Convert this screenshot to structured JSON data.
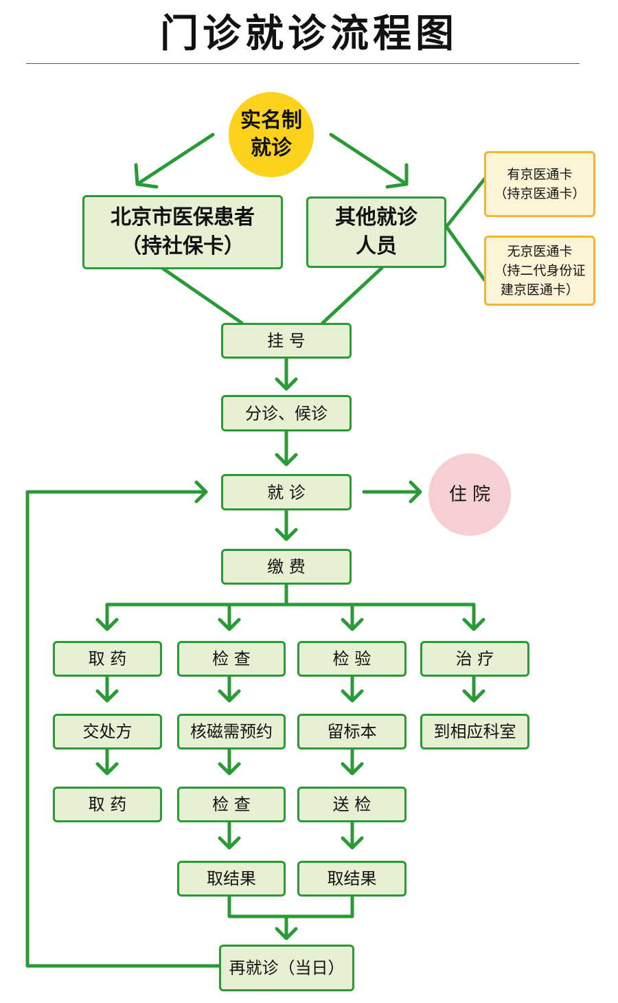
{
  "title": "门诊就诊流程图",
  "start": "实名制\n就诊",
  "patients": {
    "insured": "北京市医保患者\n（持社保卡）",
    "other": "其他就诊\n人员"
  },
  "cards": {
    "has_card": "有京医通卡\n（持京医通卡）",
    "no_card": "无京医通卡\n（持二代身份证\n建京医通卡）"
  },
  "steps": {
    "register": "挂  号",
    "triage": "分诊、候诊",
    "consult": "就  诊",
    "hospitalize": "住  院",
    "pay": "缴  费",
    "revisit": "再就诊（当日）"
  },
  "branches": {
    "medicine": [
      "取  药",
      "交处方",
      "取  药"
    ],
    "exam": [
      "检  查",
      "核磁需预约",
      "检  查",
      "取结果"
    ],
    "lab": [
      "检  验",
      "留标本",
      "送  检",
      "取结果"
    ],
    "treatment": [
      "治  疗",
      "到相应科室"
    ]
  },
  "colors": {
    "line": "#2a9a37",
    "box_fill": "#e6f0d2",
    "side_fill": "#fdf3d7",
    "side_border": "#f2b630",
    "start_fill": "#fcd21c",
    "admit_fill": "#f5cfd2"
  }
}
